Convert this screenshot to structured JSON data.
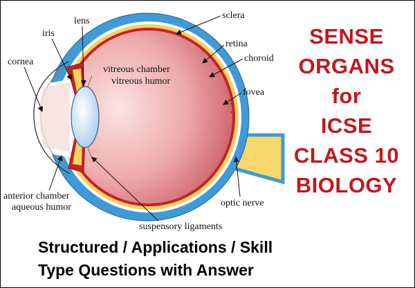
{
  "diagram": {
    "labels": {
      "lens": "lens",
      "iris": "iris",
      "cornea": "cornea",
      "sclera": "sclera",
      "retina": "retina",
      "choroid": "choroid",
      "vitreous_chamber": "vitreous chamber",
      "vitreous_humor": "vitreous humor",
      "fovea": "fovea",
      "anterior_chamber": "anterior chamber",
      "aqueous_humor": "aqueous humor",
      "optic_nerve": "optic nerve",
      "suspensory_ligaments": "suspensory ligaments"
    },
    "colors": {
      "sclera": "#3f9ad8",
      "choroid": "#c8202a",
      "retina": "#f3d25e",
      "vitreous": "#e99e9e",
      "lens": "#b8d6f2",
      "nerve": "#f8d86a"
    }
  },
  "title_lines": [
    "SENSE",
    "ORGANS",
    "for",
    "ICSE",
    "CLASS 10",
    "BIOLOGY"
  ],
  "subtitle_lines": [
    "Structured / Applications / Skill",
    "Type Questions with Answer"
  ]
}
